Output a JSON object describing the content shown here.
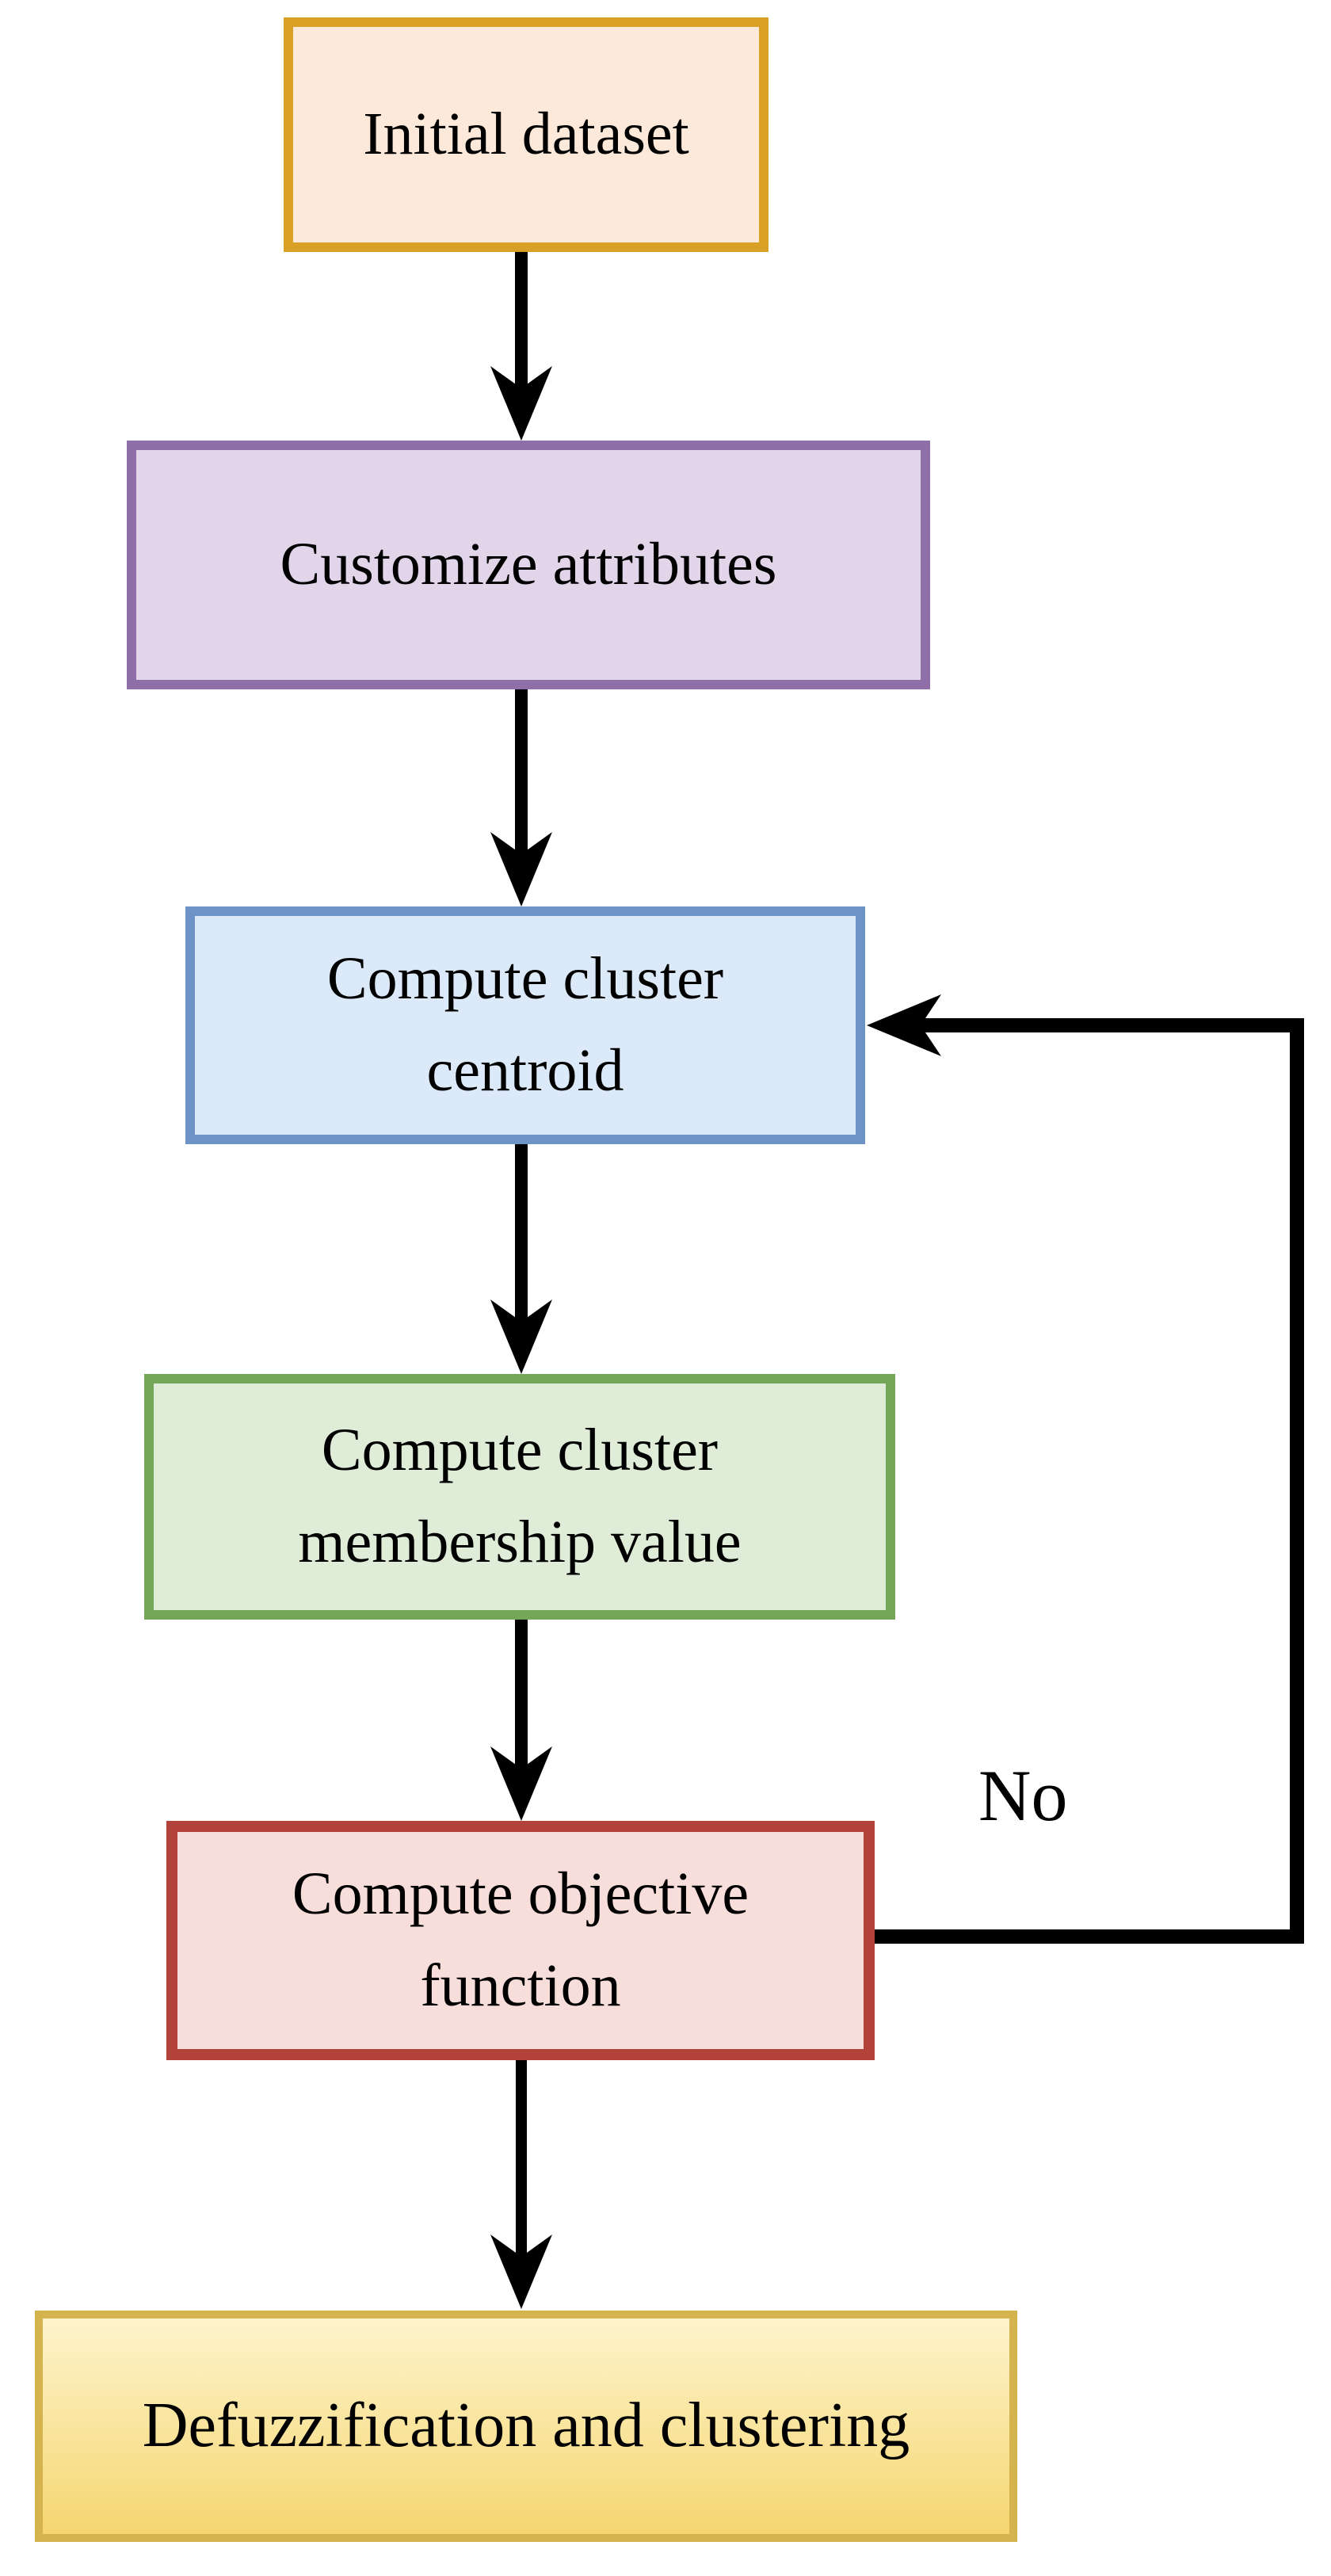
{
  "diagram": {
    "type": "flowchart",
    "nodes": [
      {
        "id": "initial-dataset",
        "label": "Initial dataset",
        "fill": "#FCE9D9",
        "border": "#D8A125"
      },
      {
        "id": "customize-attributes",
        "label": "Customize attributes",
        "fill": "#E2D5EA",
        "border": "#8E6FA7"
      },
      {
        "id": "compute-cluster-centroid",
        "label": "Compute cluster centroid",
        "fill": "#DCE9F8",
        "border": "#6D93C7"
      },
      {
        "id": "compute-cluster-membership-value",
        "label": "Compute cluster membership value",
        "fill": "#DFEDD8",
        "border": "#74A657"
      },
      {
        "id": "compute-objective-function",
        "label": "Compute objective function",
        "fill": "#F8DEDB",
        "border": "#B2423A"
      },
      {
        "id": "defuzzification-and-clustering",
        "label": "Defuzzification and clustering",
        "fill_top": "#FEF4CC",
        "fill_bottom": "#F5D671",
        "border": "#D5B44F"
      }
    ],
    "edges": [
      {
        "from": "initial-dataset",
        "to": "customize-attributes",
        "label": ""
      },
      {
        "from": "customize-attributes",
        "to": "compute-cluster-centroid",
        "label": ""
      },
      {
        "from": "compute-cluster-centroid",
        "to": "compute-cluster-membership-value",
        "label": ""
      },
      {
        "from": "compute-cluster-membership-value",
        "to": "compute-objective-function",
        "label": ""
      },
      {
        "from": "compute-objective-function",
        "to": "compute-cluster-centroid",
        "label": "No"
      },
      {
        "from": "compute-objective-function",
        "to": "defuzzification-and-clustering",
        "label": ""
      }
    ],
    "no_label": "No",
    "line_color": "#000000",
    "text_color": "#000000",
    "background": "#FFFFFF"
  }
}
